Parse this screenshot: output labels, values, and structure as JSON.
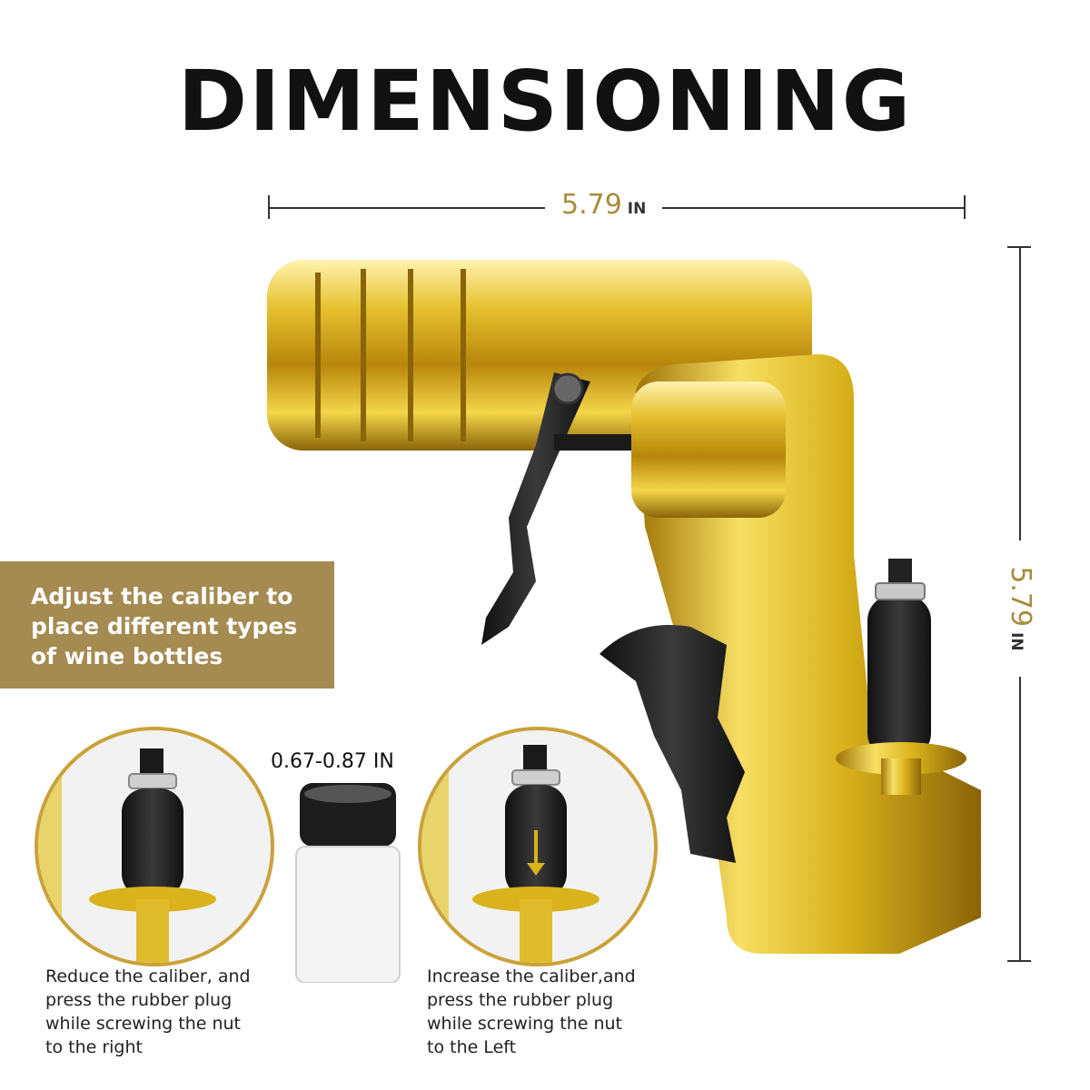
{
  "title": "DIMENSIONING",
  "width_dimension": {
    "value": "5.79",
    "unit": "IN"
  },
  "height_dimension": {
    "value": "5.79",
    "unit": "IN"
  },
  "callout": {
    "lines": [
      "Adjust the caliber to",
      "place different types",
      "of wine bottles"
    ]
  },
  "bottle_range": "0.67-0.87 IN",
  "left_caption": {
    "lines": [
      "Reduce the caliber, and",
      "press the rubber plug",
      "while screwing the nut",
      "to the right"
    ]
  },
  "right_caption": {
    "lines": [
      "Increase the caliber,and",
      "press the rubber plug",
      "while screwing the nut",
      "to the Left"
    ]
  },
  "colors": {
    "gold": "#d9b21c",
    "callout_bg": "#a58a52",
    "dimension_text": "#a98b3d"
  }
}
